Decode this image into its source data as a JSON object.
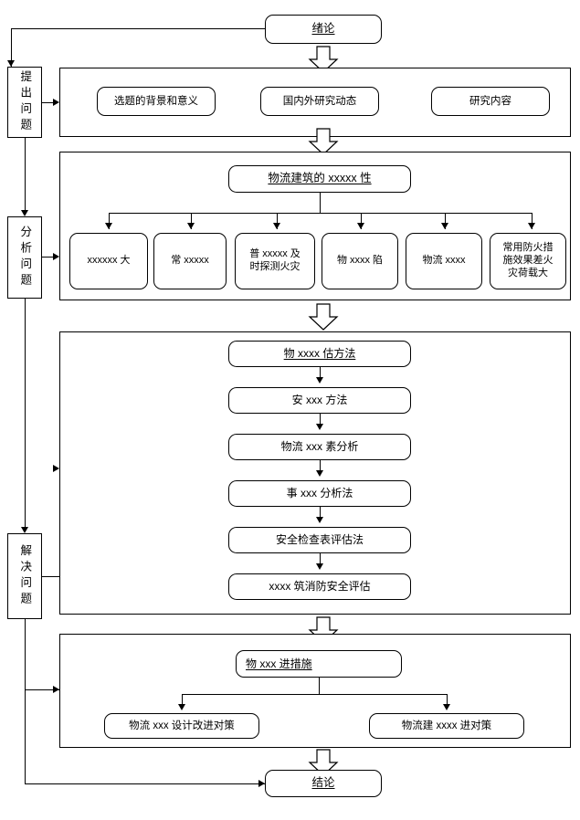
{
  "diagram": {
    "title_top": "绪论",
    "title_bottom": "结论",
    "stages": [
      {
        "id": "raise",
        "label": "提出问题"
      },
      {
        "id": "analyze",
        "label": "分析问题"
      },
      {
        "id": "solve",
        "label": "解决问题"
      }
    ],
    "section1": {
      "boxes": [
        {
          "id": "s1b1",
          "label": "选题的背景和意义"
        },
        {
          "id": "s1b2",
          "label": "国内外研究动态"
        },
        {
          "id": "s1b3",
          "label": "研究内容"
        }
      ]
    },
    "section2": {
      "header": "物流建筑的 xxxxx 性",
      "boxes": [
        {
          "id": "s2b1",
          "label": "xxxxxx 大"
        },
        {
          "id": "s2b2",
          "label": "常 xxxxx"
        },
        {
          "id": "s2b3",
          "label": "普 xxxxx 及\n时探测火灾"
        },
        {
          "id": "s2b4",
          "label": "物 xxxx 陷"
        },
        {
          "id": "s2b5",
          "label": "物流 xxxx"
        },
        {
          "id": "s2b6",
          "label": "常用防火措\n施效果差火\n灾荷载大"
        }
      ]
    },
    "section3": {
      "boxes": [
        {
          "id": "s3b1",
          "label": "物 xxxx 估方法",
          "underline": true
        },
        {
          "id": "s3b2",
          "label": "安 xxx 方法",
          "underline": false
        },
        {
          "id": "s3b3",
          "label": "物流 xxx 素分析",
          "underline": false
        },
        {
          "id": "s3b4",
          "label": "事 xxx 分析法",
          "underline": false
        },
        {
          "id": "s3b5",
          "label": "安全检查表评估法",
          "underline": false
        },
        {
          "id": "s3b6",
          "label": "xxxx 筑消防安全评估",
          "underline": false
        }
      ]
    },
    "section4": {
      "header": "物 xxx 进措施",
      "boxes": [
        {
          "id": "s4b1",
          "label": "物流 xxx 设计改进对策"
        },
        {
          "id": "s4b2",
          "label": "物流建 xxxx 进对策"
        }
      ]
    },
    "colors": {
      "stroke": "#000000",
      "fill": "#ffffff"
    }
  }
}
